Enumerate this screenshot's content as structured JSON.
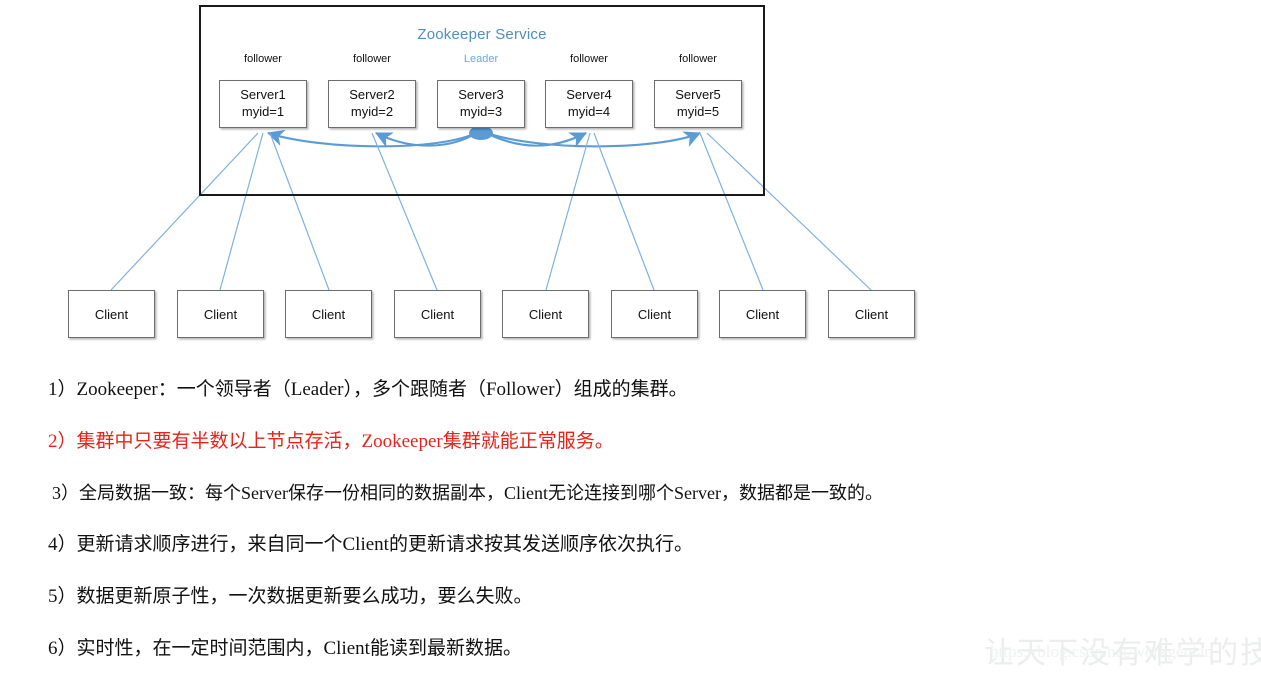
{
  "diagram": {
    "title": "Zookeeper Service",
    "title_color": "#4f8fc0",
    "leader_color": "#6fa8dc",
    "connector_color": "#5b9bd5",
    "roles": [
      "follower",
      "follower",
      "Leader",
      "follower",
      "follower"
    ],
    "servers": [
      {
        "name": "Server1",
        "myid": "myid=1"
      },
      {
        "name": "Server2",
        "myid": "myid=2"
      },
      {
        "name": "Server3",
        "myid": "myid=3"
      },
      {
        "name": "Server4",
        "myid": "myid=4"
      },
      {
        "name": "Server5",
        "myid": "myid=5"
      }
    ],
    "clients": [
      "Client",
      "Client",
      "Client",
      "Client",
      "Client",
      "Client",
      "Client",
      "Client"
    ]
  },
  "notes": [
    {
      "text": "1）Zookeeper：一个领导者（Leader），多个跟随者（Follower）组成的集群。",
      "color": "#111111"
    },
    {
      "text": "2）集群中只要有半数以上节点存活，Zookeeper集群就能正常服务。",
      "color": "#e8231a"
    },
    {
      "text": "3）全局数据一致：每个Server保存一份相同的数据副本，Client无论连接到哪个Server，数据都是一致的。",
      "color": "#111111"
    },
    {
      "text": "4）更新请求顺序进行，来自同一个Client的更新请求按其发送顺序依次执行。",
      "color": "#111111"
    },
    {
      "text": "5）数据更新原子性，一次数据更新要么成功，要么失败。",
      "color": "#111111"
    },
    {
      "text": "6）实时性，在一定时间范围内，Client能读到最新数据。",
      "color": "#111111"
    }
  ],
  "watermark": {
    "text": "让天下没有难学的技",
    "url": "https://blog.csdn.net/workgeqian"
  }
}
